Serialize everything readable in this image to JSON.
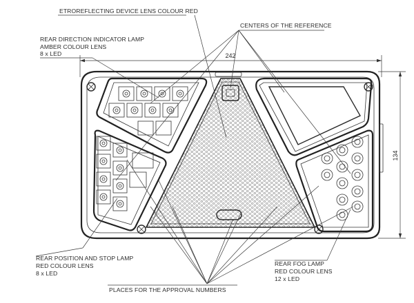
{
  "labels": {
    "retroreflecting": "ETROREFLECTING DEVICE LENS COLOUR RED",
    "centers": "CENTERS OF THE REFERENCE",
    "direction_1": "REAR DIRECTION INDICATOR LAMP",
    "direction_2": "AMBER COLOUR LENS",
    "direction_3": "8 x LED",
    "position_1": "REAR POSITION AND STOP LAMP",
    "position_2": "RED COLOUR LENS",
    "position_3": "8 x LED",
    "fog_1": "REAR FOG LAMP",
    "fog_2": "RED COLOUR LENS",
    "fog_3": "12 x LED",
    "approval": "PLACES FOR THE APPROVAL NUMBERS"
  },
  "dimensions": {
    "width": "242",
    "height": "134"
  },
  "leds": {
    "direction_indicator": 8,
    "position_stop": 8,
    "fog": 12
  }
}
